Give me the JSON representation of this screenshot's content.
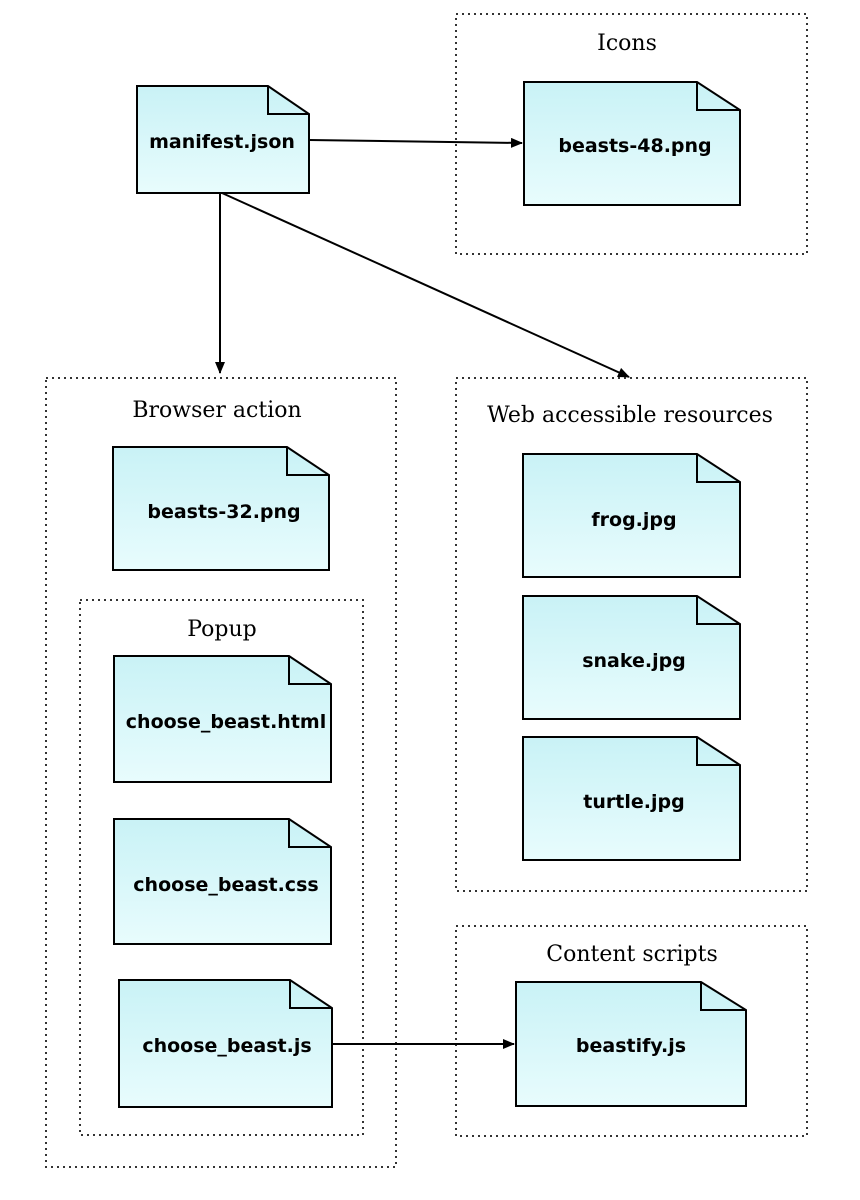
{
  "clusters": {
    "icons": {
      "title": "Icons"
    },
    "browser_action": {
      "title": "Browser action"
    },
    "popup": {
      "title": "Popup"
    },
    "web_resources": {
      "title": "Web accessible resources"
    },
    "content_scripts": {
      "title": "Content scripts"
    }
  },
  "files": {
    "manifest": "manifest.json",
    "beasts48": "beasts-48.png",
    "beasts32": "beasts-32.png",
    "choose_html": "choose_beast.html",
    "choose_css": "choose_beast.css",
    "choose_js": "choose_beast.js",
    "frog": "frog.jpg",
    "snake": "snake.jpg",
    "turtle": "turtle.jpg",
    "beastify": "beastify.js"
  },
  "colors": {
    "file_fill_top": "#c9f2f6",
    "file_fill_bottom": "#e6fbfd",
    "stroke": "#000000",
    "cluster_border": "#333333"
  }
}
